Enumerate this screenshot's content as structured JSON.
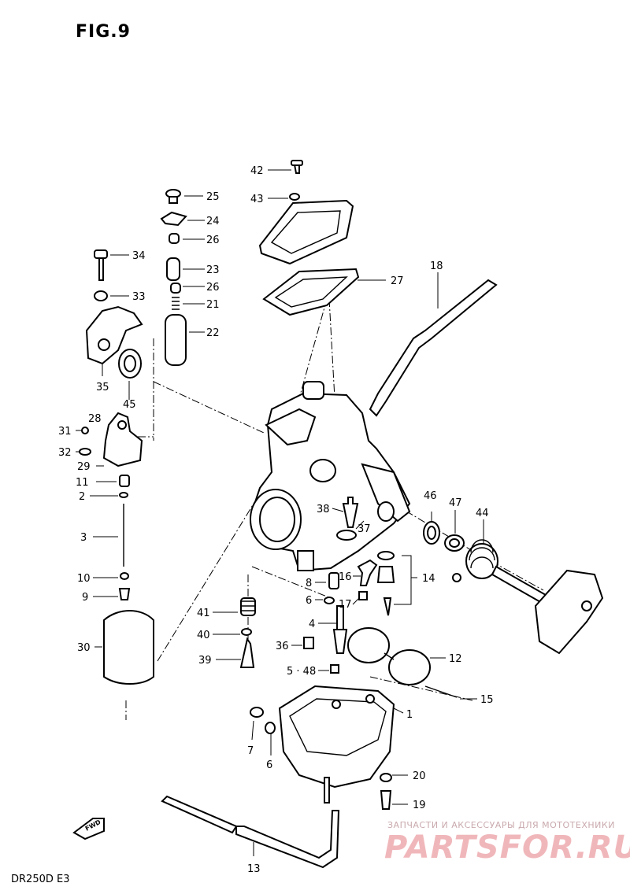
{
  "figure": {
    "title": "FIG.9",
    "model": "DR250D E3"
  },
  "watermark": {
    "caption": "ЗАПЧАСТИ И АКСЕССУАРЫ ДЛЯ МОТОТЕХНИКИ",
    "brand": "PARTSFOR.RU"
  },
  "fwd_label": "FWD",
  "callouts": [
    "1",
    "2",
    "3",
    "4",
    "5 · 48",
    "6",
    "6",
    "7",
    "8",
    "9",
    "10",
    "11",
    "12",
    "13",
    "14",
    "15",
    "16",
    "17",
    "18",
    "19",
    "20",
    "21",
    "22",
    "23",
    "24",
    "25",
    "26",
    "26",
    "27",
    "28",
    "29",
    "30",
    "31",
    "32",
    "33",
    "34",
    "35",
    "36",
    "37",
    "38",
    "39",
    "40",
    "41",
    "42",
    "43",
    "44",
    "45",
    "46",
    "47"
  ]
}
